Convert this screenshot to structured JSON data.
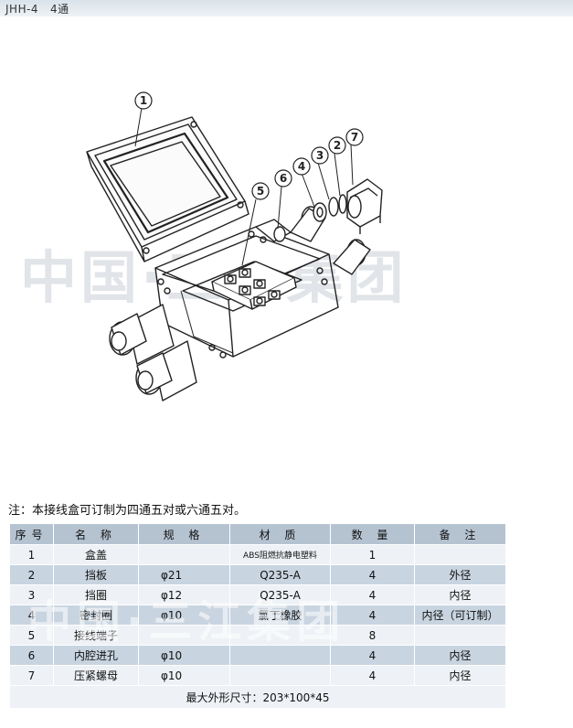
{
  "header": {
    "title": "JHH-4   4通"
  },
  "watermark": "中国·三江集团",
  "callouts": [
    "1",
    "2",
    "3",
    "4",
    "5",
    "6",
    "7"
  ],
  "note": "注：本接线盒可订制为四通五对或六通五对。",
  "table": {
    "headers": [
      "序号",
      "名 称",
      "规 格",
      "材 质",
      "数 量",
      "备 注"
    ],
    "rows": [
      {
        "no": "1",
        "name": "盒盖",
        "spec": "",
        "material": "ABS阻燃抗静电塑料",
        "qty": "1",
        "remark": ""
      },
      {
        "no": "2",
        "name": "挡板",
        "spec": "φ21",
        "material": "Q235-A",
        "qty": "4",
        "remark": "外径"
      },
      {
        "no": "3",
        "name": "挡圈",
        "spec": "φ12",
        "material": "Q235-A",
        "qty": "4",
        "remark": "内径"
      },
      {
        "no": "4",
        "name": "密封圈",
        "spec": "φ10",
        "material": "氯丁橡胶",
        "qty": "4",
        "remark": "内径（可订制）"
      },
      {
        "no": "5",
        "name": "接线端子",
        "spec": "",
        "material": "",
        "qty": "8",
        "remark": ""
      },
      {
        "no": "6",
        "name": "内腔进孔",
        "spec": "φ10",
        "material": "",
        "qty": "4",
        "remark": "内径"
      },
      {
        "no": "7",
        "name": "压紧螺母",
        "spec": "φ10",
        "material": "",
        "qty": "4",
        "remark": "内径"
      }
    ],
    "footer": "最大外形尺寸：203*100*45"
  }
}
